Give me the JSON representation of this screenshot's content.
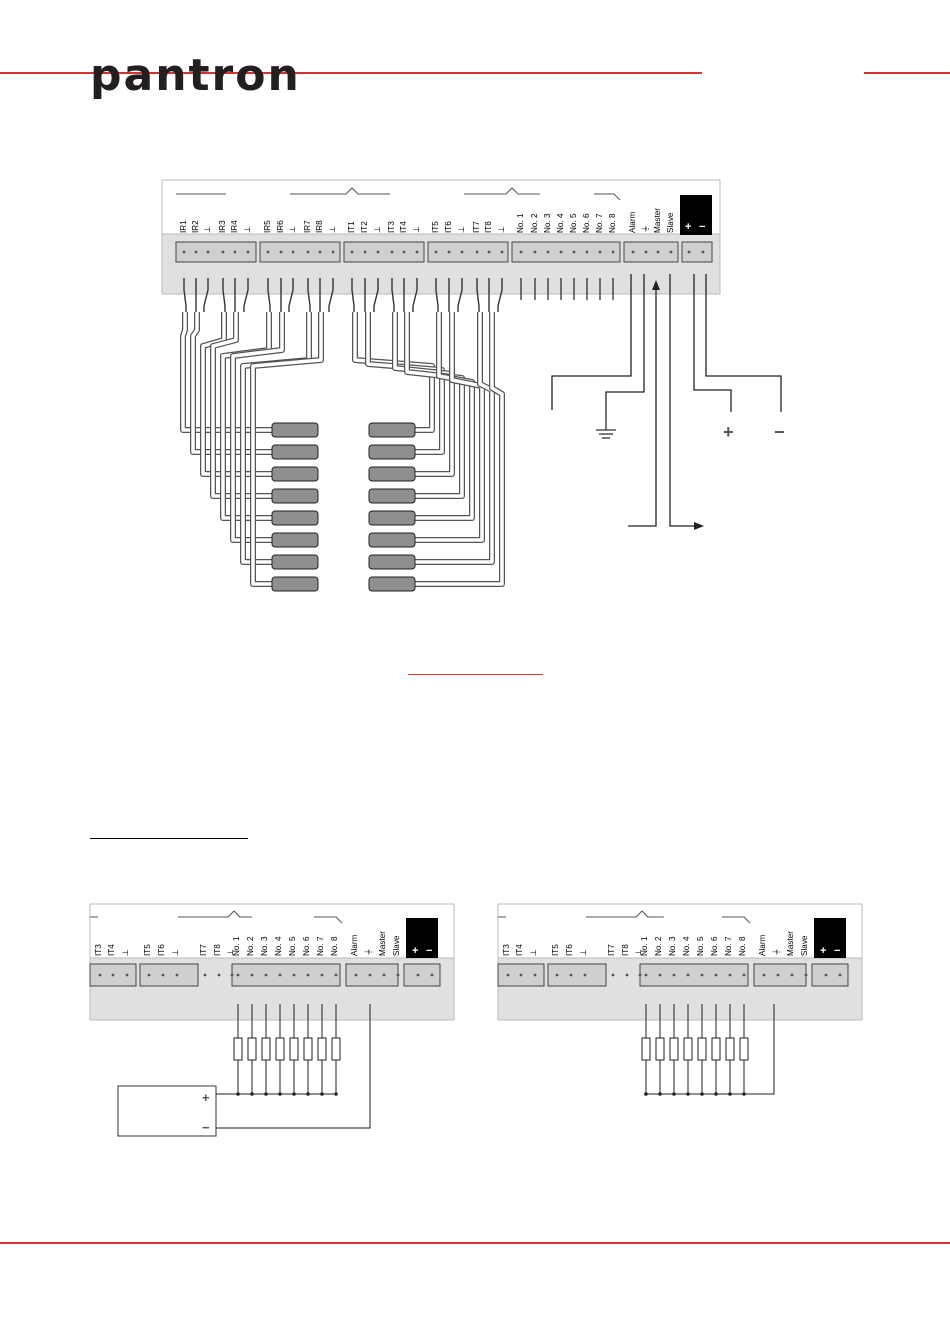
{
  "header": {
    "logo_text": "pantron",
    "accent_color": "#d9312b"
  },
  "main_diagram": {
    "terminals": [
      "IR1",
      "IR2",
      "⊥",
      "IR3",
      "IR4",
      "⊥",
      "IR5",
      "IR6",
      "⊥",
      "IR7",
      "IR8",
      "⊥",
      "IT1",
      "IT2",
      "⊥",
      "IT3",
      "IT4",
      "⊥",
      "IT5",
      "IT6",
      "⊥",
      "IT7",
      "IT8",
      "⊥",
      "No. 1",
      "No. 2",
      "No. 3",
      "No. 4",
      "No. 5",
      "No. 6",
      "No. 7",
      "No. 8",
      "Alarm",
      "⏚",
      "Master",
      "Slave",
      "+",
      "−"
    ],
    "power_plus": "+",
    "power_minus": "−"
  },
  "lower_diagram_left": {
    "terminals": [
      "IT3",
      "IT4",
      "⊥",
      "IT5",
      "IT6",
      "⊥",
      "IT7",
      "IT8",
      "⊥",
      "No. 1",
      "No. 2",
      "No. 3",
      "No. 4",
      "No. 5",
      "No. 6",
      "No. 7",
      "No. 8",
      "Alarm",
      "⏚",
      "Master",
      "Slave",
      "+",
      "−"
    ],
    "supply_plus": "+",
    "supply_minus": "−"
  },
  "lower_diagram_right": {
    "terminals": [
      "IT3",
      "IT4",
      "⊥",
      "IT5",
      "IT6",
      "⊥",
      "IT7",
      "IT8",
      "⊥",
      "No. 1",
      "No. 2",
      "No. 3",
      "No. 4",
      "No. 5",
      "No. 6",
      "No. 7",
      "No. 8",
      "Alarm",
      "⏚",
      "Master",
      "Slave",
      "+",
      "−"
    ]
  }
}
